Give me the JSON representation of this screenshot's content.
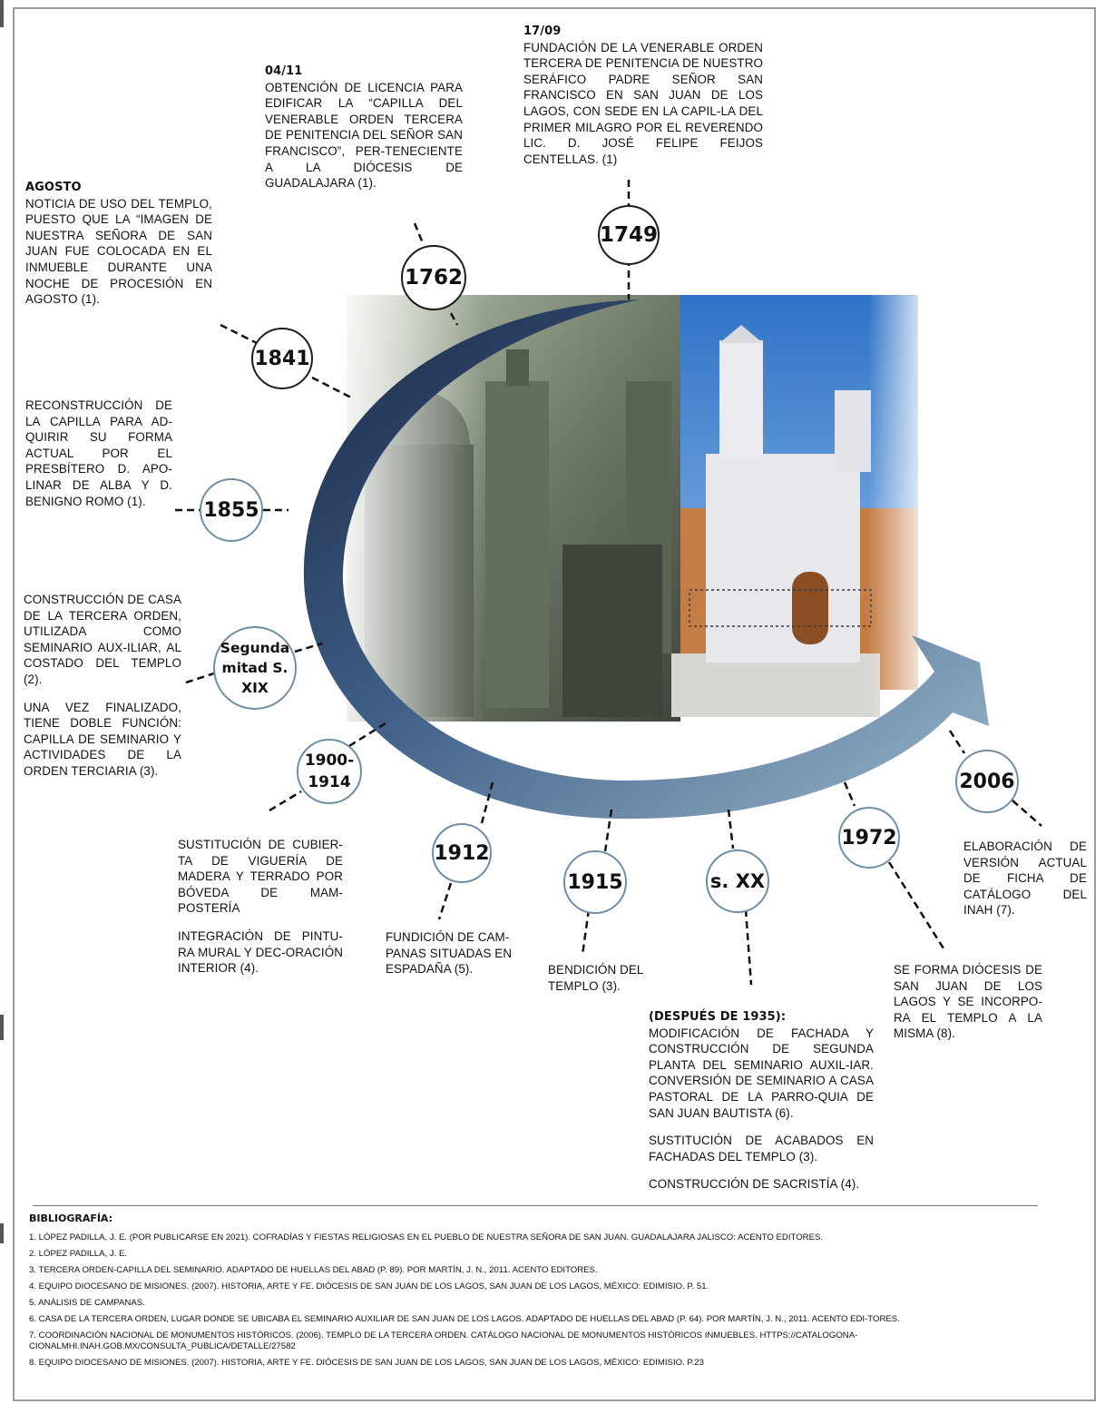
{
  "timeline": [
    {
      "year": "1749",
      "date": "17/09",
      "text": "Fundación de la Venerable Orden Tercera de Penitencia de Nuestro Seráfico Padre Señor San Francisco en San Juan de los Lagos, con sede en la capil-la del Primer Milagro por el Reverendo Lic. D. José Felipe Feijos Centellas. (1)"
    },
    {
      "year": "1762",
      "date": "04/11",
      "text": "Obtención de licencia para edificar la “Capilla del Venerable Orden Tercera de Penitencia del Señor San Francisco”, per-teneciente a la diócesis de Guadalajara (1)."
    },
    {
      "year": "1841",
      "date": "Agosto",
      "text": "Noticia de uso del templo, puesto que la “imagen de Nuestra Señora de San Juan fue colocada en el inmueble durante una noche de procesión en agosto (1)."
    },
    {
      "year": "1855",
      "text": "Reconstrucción de la capilla para ad-quirir su forma actual por el presbítero D. Apo-linar de Alba y D. Benigno Romo (1)."
    },
    {
      "year": "Segunda mitad S. XIX",
      "paragraphs": [
        "Construcción de casa de la Tercera Orden, utilizada como seminario aux-iliar, al costado del templo (2).",
        "Una vez finalizado, tiene doble función: capilla de seminario y actividades de la Orden Terciaria (3)."
      ]
    },
    {
      "year": "1900-1914",
      "paragraphs": [
        "Sustitución de cubier-ta de viguería de madera y terrado por bóveda de mam-postería",
        "Integración de pintu-ra mural y dec-oración interior (4)."
      ]
    },
    {
      "year": "1912",
      "text": "Fundición de cam-panas situadas en espadaña (5)."
    },
    {
      "year": "1915",
      "text": "Bendición del templo (3)."
    },
    {
      "year": "s. XX",
      "date": "(Después de 1935):",
      "paragraphs": [
        "Modificación de fachada y construcción de segunda planta del seminario auxil-iar. Conversión de seminario a casa pastoral de la parro-quia de San Juan Bautista (6).",
        "Sustitución de acabados en fachadas del templo (3).",
        "Construcción de sacristía (4)."
      ]
    },
    {
      "year": "1972",
      "text": "Se forma diócesis de San Juan de los Lagos y se incorpo-ra el templo a la misma (8)."
    },
    {
      "year": "2006",
      "text": "Elaboración de versión actual de ficha de catálogo del INAH (7)."
    }
  ],
  "bibliography": {
    "title": "Bibliografía:",
    "items": [
      "1. López Padilla, J. E. (por publicarse en 2021). Cofradías y fiestas religiosas en el pueblo de Nuestra Señora de San Juan. Guadalajara Jalisco: Acento Editores.",
      "2. López Padilla, J. E.",
      "3. Tercera Orden-Capilla del seminario. Adaptado de Huellas del Abad (p. 89). por Martín, J. N., 2011. Acento Editores.",
      "4. Equipo Diocesano de Misiones. (2007). Historia, arte y fe. Diócesis de San Juan de los Lagos, San Juan de los Lagos, México: Edimisio. p. 51.",
      "5. Análisis de campanas.",
      "6. Casa de la Tercera Orden, lugar donde se ubicaba el seminario auxiliar de San Juan de los Lagos. Adaptado de Huellas del Abad (p. 64). por Martín, J. N., 2011. Acento Edi-tores.",
      "7. Coordinación Nacional de Monumentos Históricos. (2006). Templo de la Tercera Orden. Catálogo Nacional de Monumentos Históricos Inmuebles. https://catalogona-cionalmhi.inah.gob.mx/consulta_publica/detalle/27582",
      "8. Equipo Diocesano de Misiones. (2007). Historia, arte y fe. Diócesis de San Juan de los Lagos, San Juan de los Lagos, México: Edimisio. p.23"
    ]
  }
}
